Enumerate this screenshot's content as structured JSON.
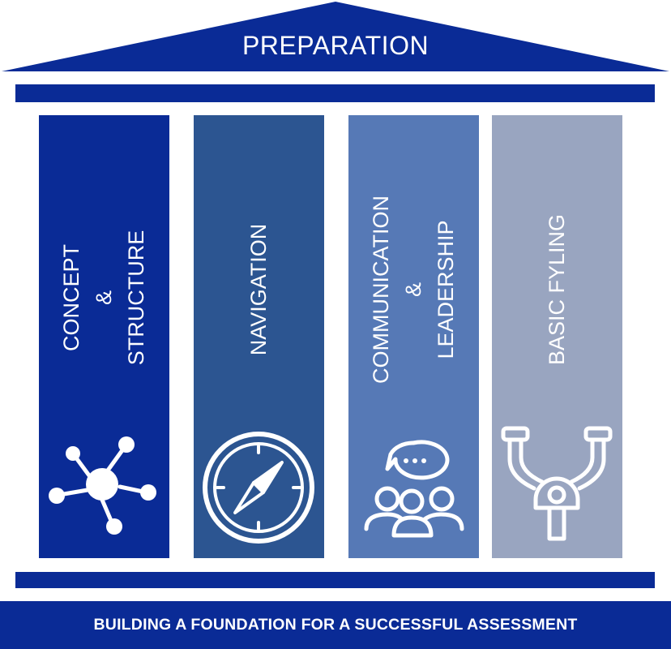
{
  "roof": {
    "title": "PREPARATION",
    "color": "#0a2b96"
  },
  "pillars": [
    {
      "lines": [
        "CONCEPT",
        "&",
        "STRUCTURE"
      ],
      "color": "#0a2b96",
      "icon": "network-hub-icon"
    },
    {
      "lines": [
        "NAVIGATION"
      ],
      "color": "#2c5591",
      "icon": "compass-icon"
    },
    {
      "lines": [
        "COMMUNICATION",
        "&",
        "LEADERSHIP"
      ],
      "color": "#5679b6",
      "icon": "group-chat-icon"
    },
    {
      "lines": [
        "BASIC FYLING"
      ],
      "color": "#99a5c0",
      "icon": "control-yoke-icon"
    }
  ],
  "footer": {
    "text": "BUILDING A FOUNDATION FOR A SUCCESSFUL ASSESSMENT",
    "color": "#0a2b96"
  }
}
